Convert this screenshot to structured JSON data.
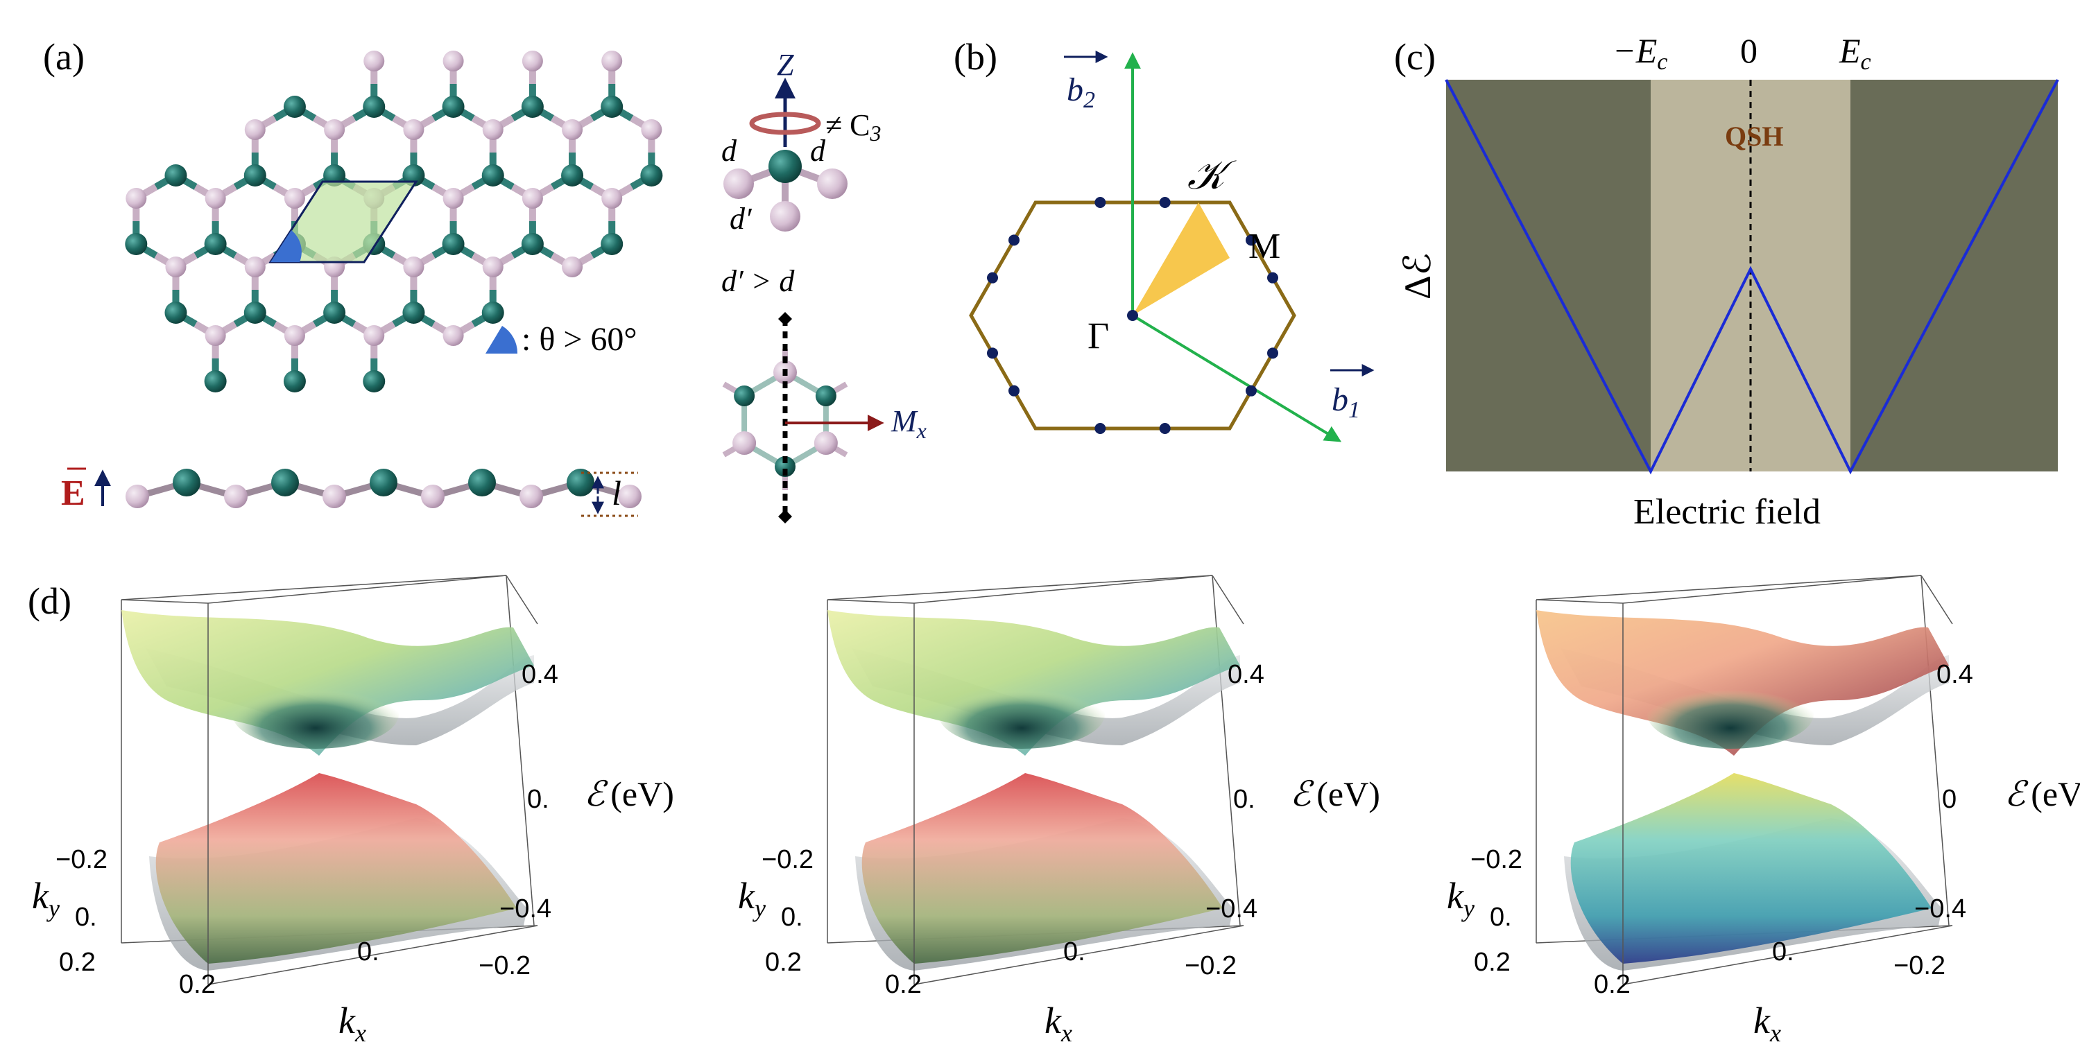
{
  "figure": {
    "panel_labels": {
      "a": "(a)",
      "b": "(b)",
      "c": "(c)",
      "d": "(d)"
    }
  },
  "panel_a": {
    "angle_legend": ": θ > 60°",
    "axis_z": "Z",
    "c3_label": "≠ C",
    "c3_sub": "3",
    "bond_d": "d",
    "bond_d2": "d",
    "bond_dprime": "d′",
    "inequality": "d′ > d",
    "mirror_label": "M",
    "mirror_sub": "x",
    "efield": "E",
    "thickness": "l",
    "colors": {
      "atom_dark": "#1f6b63",
      "atom_light": "#d9c3d6",
      "arrow_navy": "#10205e",
      "rod_red": "#b34a4a"
    }
  },
  "panel_b": {
    "b2": "b",
    "b2_sub": "2",
    "b1": "b",
    "b1_sub": "1",
    "K": "𝒦",
    "M": "M",
    "Gamma": "Γ",
    "colors": {
      "hexagon": "#8a6a16",
      "vector": "#22b14c",
      "wedge": "#f7c74d",
      "dot": "#10205e"
    }
  },
  "panel_c": {
    "tick_labels": [
      "−E",
      "0",
      "E"
    ],
    "tick_sub": "c",
    "region_label": "QSH",
    "ylabel": "Δℰ",
    "xlabel": "Electric field",
    "colors": {
      "outer": "#696c57",
      "inner": "#bbb59c",
      "line": "#1a2bd6",
      "qsh": "#7a3c10"
    }
  },
  "panel_d": {
    "plots": [
      {
        "ky_label": "k",
        "ky_sub": "y",
        "kx_label": "k",
        "kx_sub": "x",
        "z_ticks": [
          "0.4",
          "0.",
          "−0.4"
        ],
        "ky_ticks": [
          "−0.2",
          "0.",
          "0.2"
        ],
        "kx_ticks": [
          "0.2",
          "0.",
          "−0.2"
        ],
        "zlabel": "ℰ",
        "zunit": "(eV)"
      },
      {
        "ky_label": "k",
        "ky_sub": "y",
        "kx_label": "k",
        "kx_sub": "x",
        "z_ticks": [
          "0.4",
          "0.",
          "−0.4"
        ],
        "ky_ticks": [
          "−0.2",
          "0.",
          "0.2"
        ],
        "kx_ticks": [
          "0.2",
          "0.",
          "−0.2"
        ],
        "zlabel": "ℰ",
        "zunit": "(eV)"
      },
      {
        "ky_label": "k",
        "ky_sub": "y",
        "kx_label": "k",
        "kx_sub": "x",
        "z_ticks": [
          "0.4",
          "0",
          "−0.4"
        ],
        "ky_ticks": [
          "−0.2",
          "0.",
          "0.2"
        ],
        "kx_ticks": [
          "0.2",
          "0.",
          "−0.2"
        ],
        "zlabel": "ℰ",
        "zunit": "(eV)"
      }
    ]
  }
}
